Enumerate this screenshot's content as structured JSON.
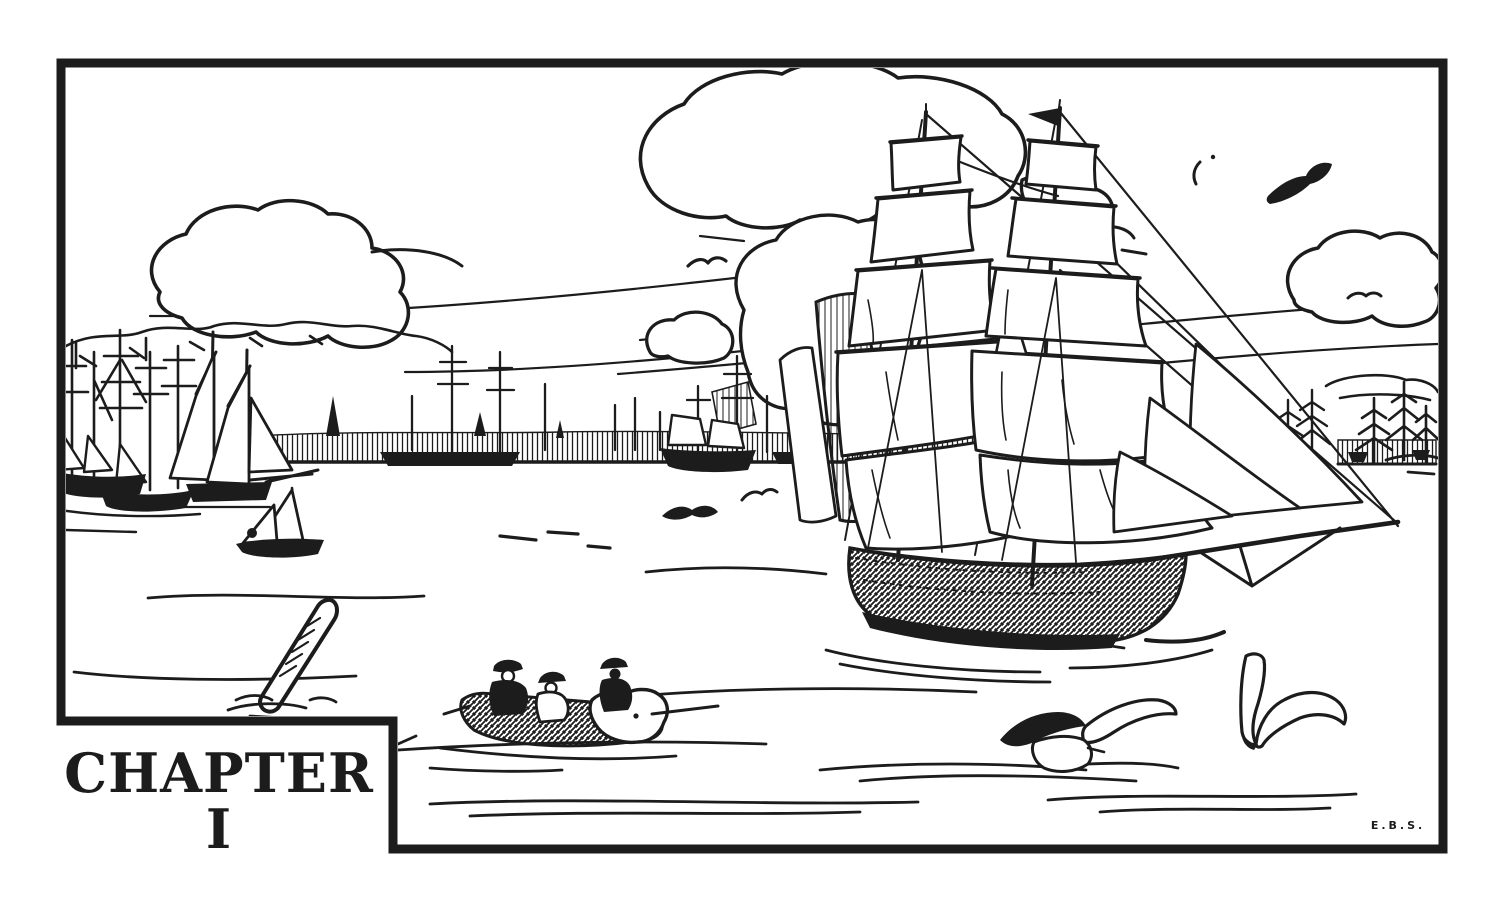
{
  "document": {
    "kind": "book chapter head illustration, pen-and-ink harbor scene",
    "chapter_heading": {
      "word": "CHAPTER",
      "numeral": "I"
    },
    "artist_signature": "E.B.S.",
    "frame": "rectangular rule border with a notched lower-left corner holding the chapter heading",
    "scene": {
      "setting": "busy harbor with a city waterfront under a windy sky",
      "elements": [
        "square-rigged clipper ship under full sail heading right",
        "pennant flag at the foremast head",
        "hatched dark hull with bowsprit and jib sails",
        "crowded waterfront of masts, wharves and church spires",
        "anchored square-riggers at far left",
        "two-masted schooner under sail",
        "small sailboat with lone figure",
        "rowboat carrying three hatted sailors with an oar out",
        "leaning wooden mooring piling in the water",
        "seagulls flying over the water and sky",
        "cumulus clouds with long wind streaks",
        "conifer trees on the far right shore",
        "wave and ripple lines across the water"
      ]
    }
  },
  "colors": {
    "ink": "#1c1c1c",
    "paper": "#ffffff"
  }
}
